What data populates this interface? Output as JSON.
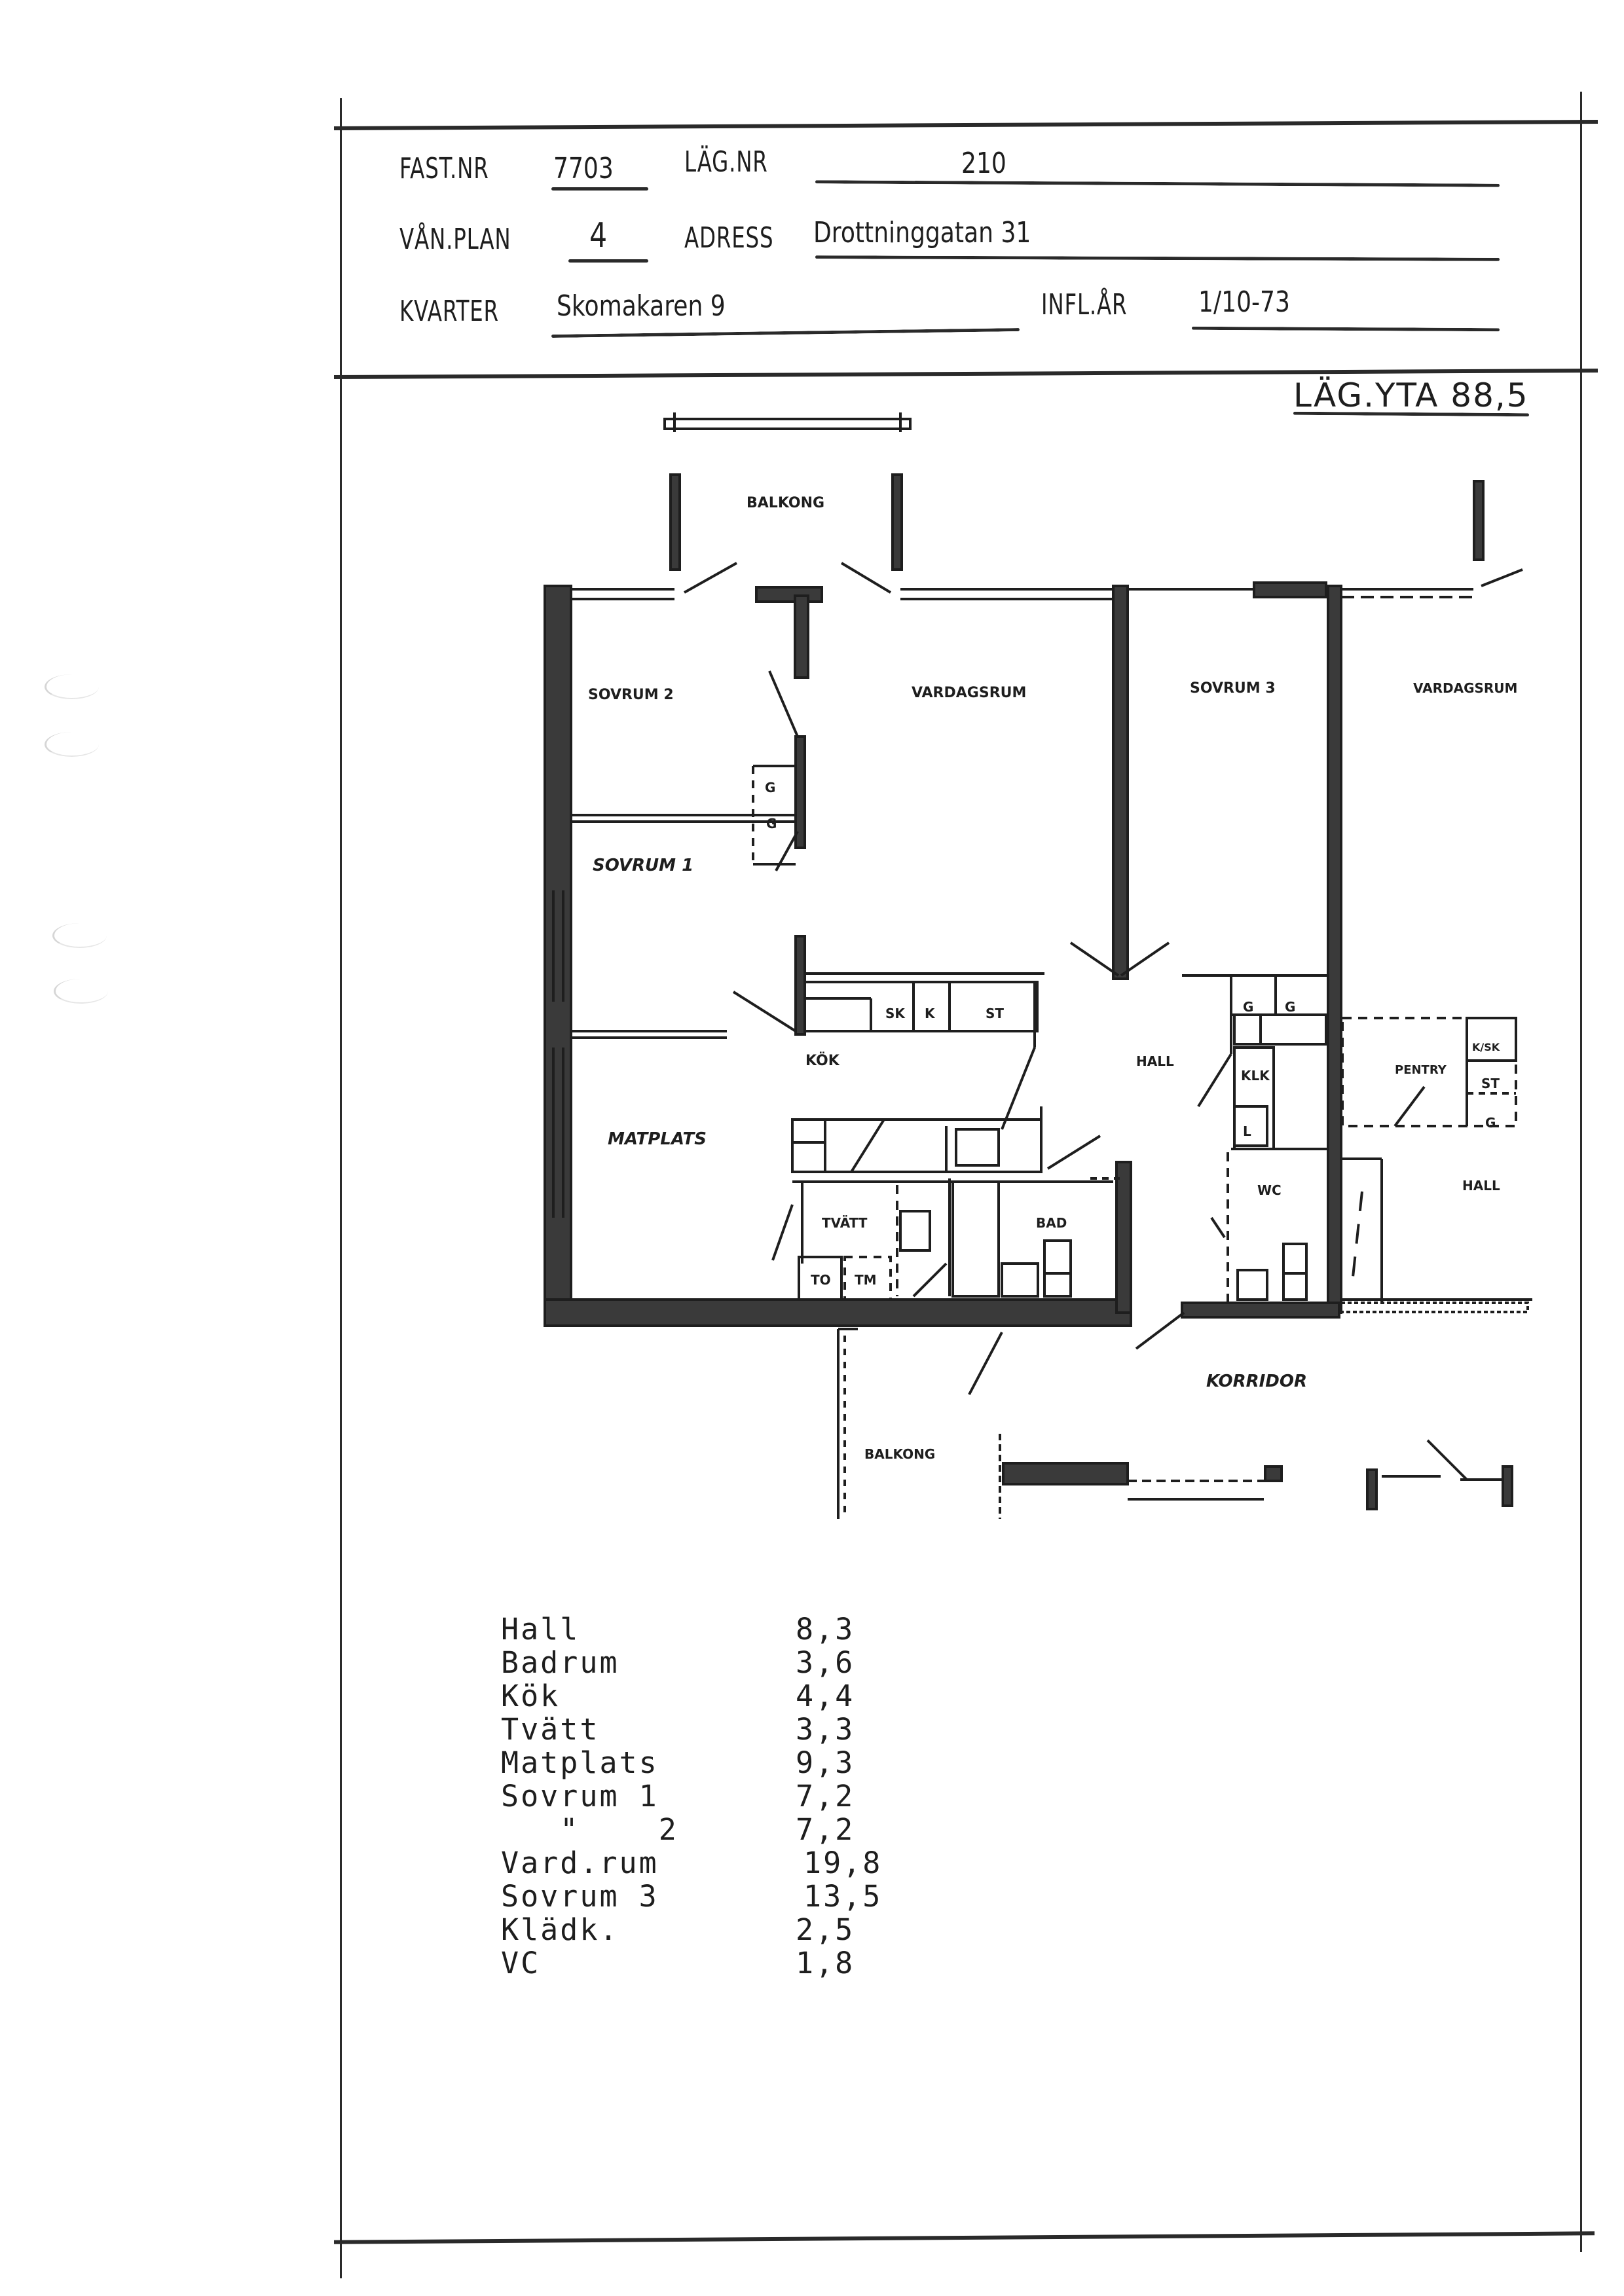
{
  "header": {
    "fast_nr": {
      "label": "FAST.NR",
      "value": "7703"
    },
    "lag_nr": {
      "label": "LÄG.NR",
      "value": "210"
    },
    "van_plan": {
      "label": "VÅN.PLAN",
      "value": "4"
    },
    "adress": {
      "label": "ADRESS",
      "value": "Drottninggatan 31"
    },
    "kvarter": {
      "label": "KVARTER",
      "value": "Skomakaren 9"
    },
    "infl_ar": {
      "label": "INFL.ÅR",
      "value": "1/10-73"
    }
  },
  "lag_yta": {
    "label": "LÄG.YTA",
    "value": "88,5"
  },
  "floor_plan": {
    "rooms": {
      "balkong_top": "BALKONG",
      "sovrum2": "SOVRUM 2",
      "vardagsrum": "VARDAGSRUM",
      "sovrum3": "SOVRUM 3",
      "vardagsrum_neighbor": "VARDAGSRUM",
      "sovrum1": "SOVRUM 1",
      "kok": "KÖK",
      "matplats": "MATPLATS",
      "hall": "HALL",
      "klk": "KLK",
      "wc": "WC",
      "tvatt": "TVÄTT",
      "bad": "BAD",
      "pentry": "PENTRY",
      "hall_neighbor": "HALL",
      "korridor": "KORRIDOR",
      "balkong_bottom": "BALKONG"
    },
    "fixtures": {
      "g_upper": "G",
      "g_lower": "G",
      "sk": "SK",
      "k": "K",
      "st": "ST",
      "hall_g1": "G",
      "hall_g2": "G",
      "klk_l": "L",
      "to": "TO",
      "tm": "TM",
      "pentry_ksk": "K/SK",
      "pentry_st": "ST",
      "pentry_g": "G"
    }
  },
  "areas": [
    {
      "room": "Hall",
      "area": "8,3"
    },
    {
      "room": "Badrum",
      "area": "3,6"
    },
    {
      "room": "Kök",
      "area": "4,4"
    },
    {
      "room": "Tvätt",
      "area": "3,3"
    },
    {
      "room": "Matplats",
      "area": "9,3"
    },
    {
      "room": "Sovrum 1",
      "area": "7,2"
    },
    {
      "room": "   \"    2",
      "area": "7,2"
    },
    {
      "room": "Vard.rum",
      "area": "19,8"
    },
    {
      "room": "Sovrum 3",
      "area": "13,5"
    },
    {
      "room": "Klädk.",
      "area": "2,5"
    },
    {
      "room": "VC",
      "area": "1,8"
    }
  ]
}
